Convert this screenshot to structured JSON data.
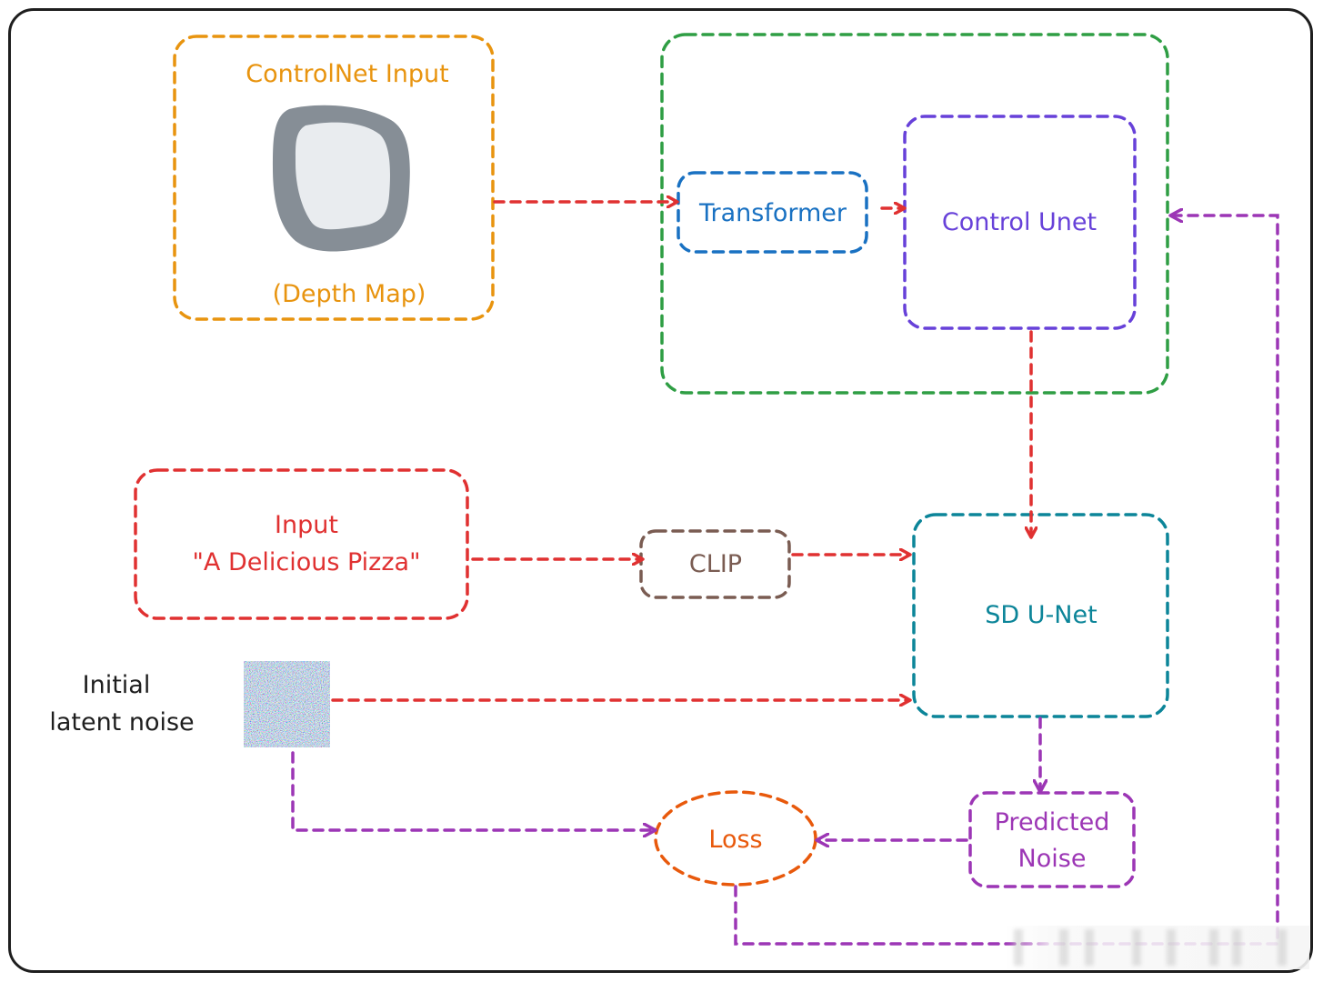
{
  "diagram": {
    "colors": {
      "frame": "#1e1e1e",
      "controlnet_input": "#e8940f",
      "controlnet_group": "#2f9e44",
      "transformer": "#1971c2",
      "control_unet": "#6741d9",
      "text_input": "#e03131",
      "clip": "#7a5c52",
      "sd_unet": "#0c8599",
      "predicted_noise": "#9c36b5",
      "loss": "#e8590c",
      "arrow_red": "#e03131",
      "arrow_purple": "#9c36b5",
      "depth_outer": "#868e96",
      "depth_inner": "#e9ecef",
      "initial_text": "#1e1e1e"
    },
    "nodes": {
      "controlnet_input": {
        "title": "ControlNet Input",
        "subtitle": "(Depth Map)",
        "image": "depth-map-blob"
      },
      "controlnet_group": {
        "label": ""
      },
      "transformer": {
        "label": "Transformer"
      },
      "control_unet": {
        "label": "Control Unet"
      },
      "text_input": {
        "line1": "Input",
        "line2": "\"A Delicious Pizza\""
      },
      "clip": {
        "label": "CLIP"
      },
      "sd_unet": {
        "label": "SD U-Net"
      },
      "initial_noise": {
        "line1": "Initial",
        "line2": "latent noise",
        "image": "noise-image"
      },
      "predicted_noise": {
        "line1": "Predicted",
        "line2": "Noise"
      },
      "loss": {
        "label": "Loss"
      }
    },
    "edges": [
      {
        "from": "controlnet_input",
        "to": "transformer",
        "color": "red"
      },
      {
        "from": "transformer",
        "to": "control_unet",
        "color": "red"
      },
      {
        "from": "control_unet",
        "to": "sd_unet",
        "color": "red"
      },
      {
        "from": "text_input",
        "to": "clip",
        "color": "red"
      },
      {
        "from": "clip",
        "to": "sd_unet",
        "color": "red"
      },
      {
        "from": "initial_noise",
        "to": "sd_unet",
        "color": "red"
      },
      {
        "from": "sd_unet",
        "to": "predicted_noise",
        "color": "purple"
      },
      {
        "from": "predicted_noise",
        "to": "loss",
        "color": "purple"
      },
      {
        "from": "initial_noise",
        "to": "loss",
        "color": "purple"
      },
      {
        "from": "loss",
        "to": "controlnet_group",
        "color": "purple"
      }
    ]
  }
}
